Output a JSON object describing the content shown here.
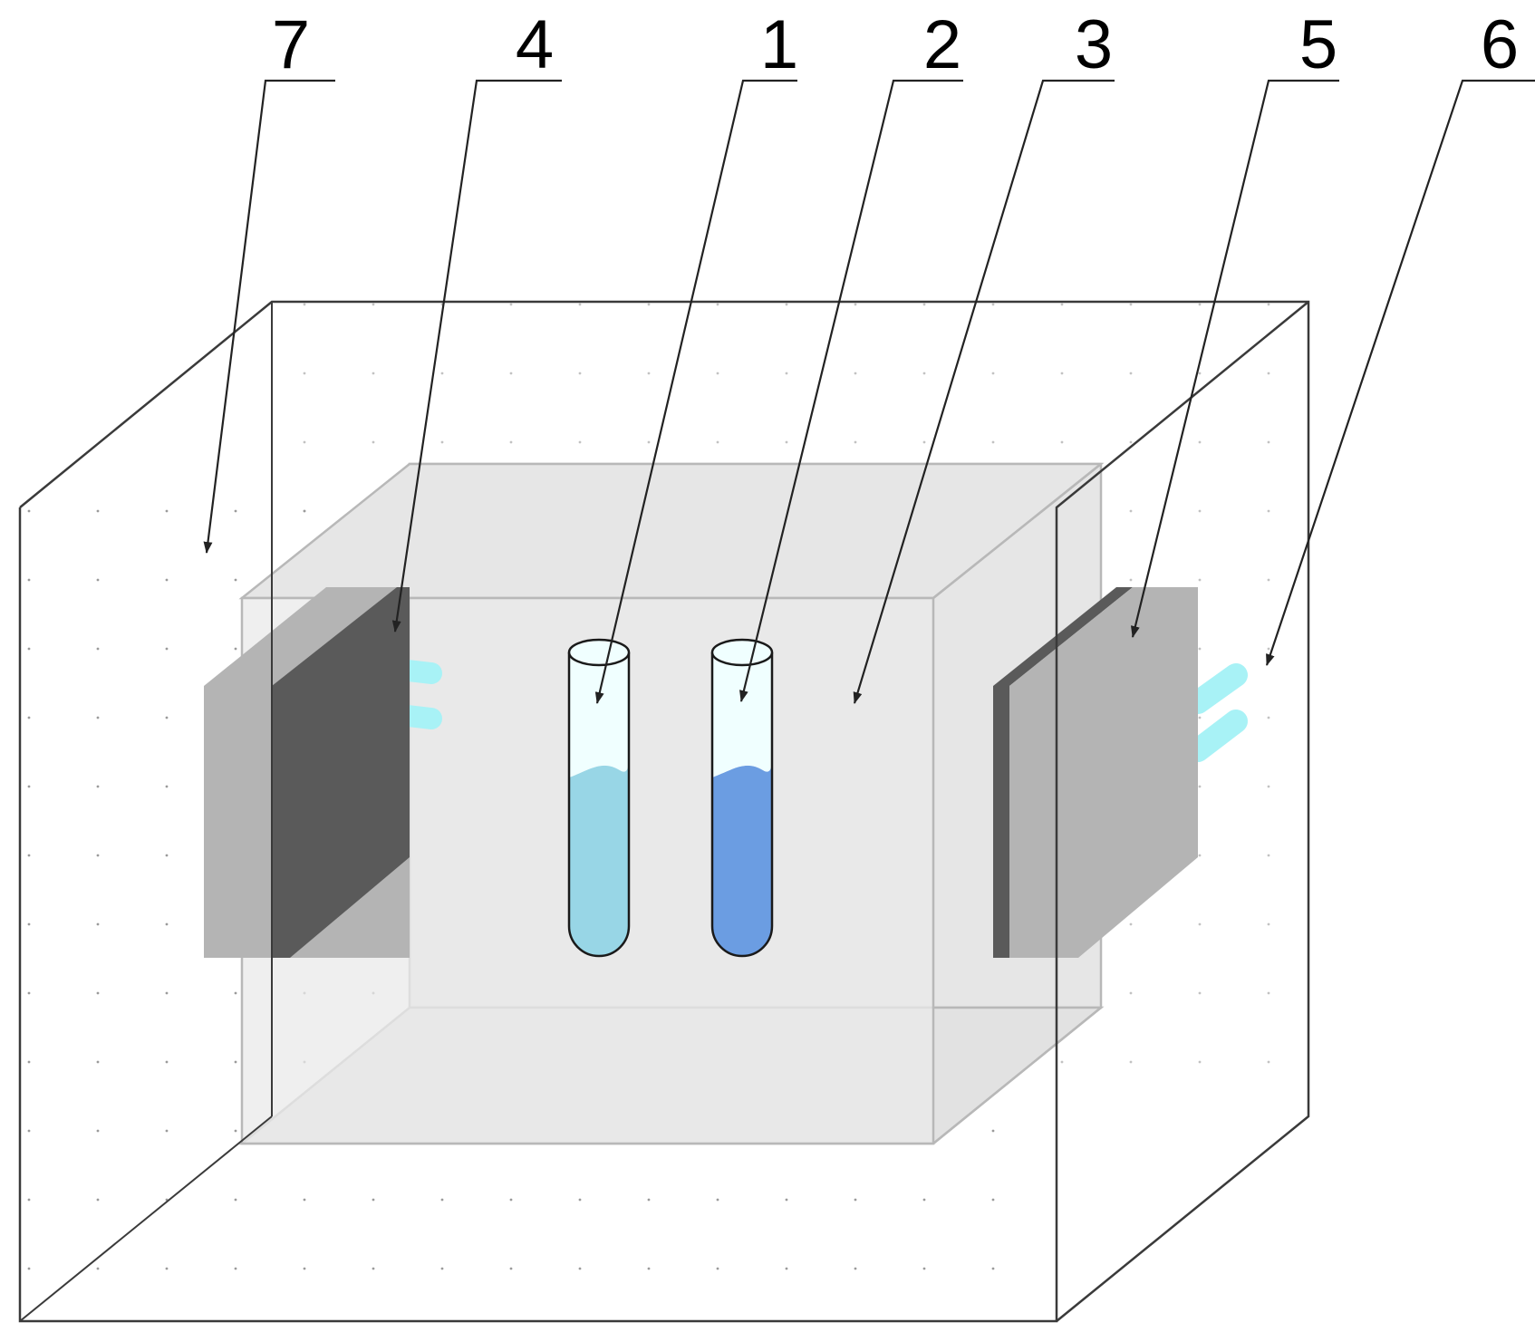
{
  "labels": {
    "l1": "1",
    "l2": "2",
    "l3": "3",
    "l4": "4",
    "l5": "5",
    "l6": "6",
    "l7": "7"
  },
  "colors": {
    "outer_box_stroke": "#3a3a3a",
    "inner_chamber_fill": "#e6e6e6",
    "inner_chamber_stroke": "#b8b8b8",
    "tube_1_liquid": "#98d6e6",
    "tube_2_liquid": "#6b9de2",
    "tube_glass": "#f0ffff",
    "plate_dark": "#5a5a5a",
    "plate_light": "#b4b4b4",
    "connector": "#a8f2f6"
  }
}
